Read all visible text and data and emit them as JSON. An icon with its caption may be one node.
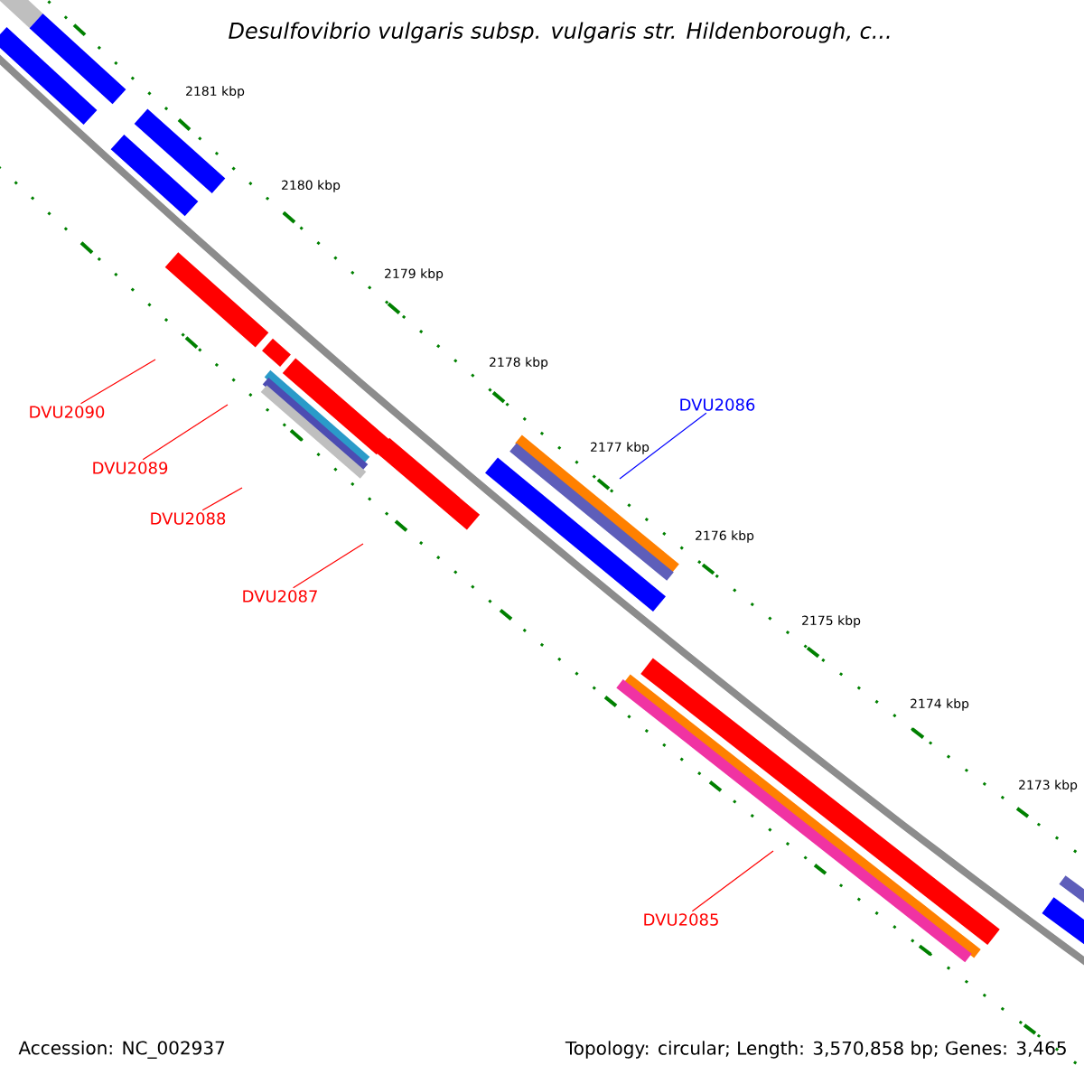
{
  "diagram": {
    "title": "Desulfovibrio vulgaris subsp. vulgaris str. Hildenborough, c...",
    "nodes": [
      {
        "text": [
          "DVU2090"
        ]
      },
      {
        "text": [
          "DVU2089"
        ]
      },
      {
        "text": [
          "DVU2088"
        ]
      },
      {
        "text": [
          "DVU2087"
        ]
      },
      {
        "text": [
          "DVU2086"
        ]
      },
      {
        "text": [
          "DVU2085"
        ]
      }
    ],
    "edges": [
      {
        "from": 0,
        "to": null,
        "arrow": "none"
      },
      {
        "from": 1,
        "to": null,
        "arrow": "none"
      },
      {
        "from": 2,
        "to": null,
        "arrow": "none"
      },
      {
        "from": 3,
        "to": null,
        "arrow": "none"
      },
      {
        "from": 4,
        "to": null,
        "arrow": "none",
        "color": "#0000ff"
      },
      {
        "from": 5,
        "to": null,
        "arrow": "none"
      }
    ],
    "labels": [
      "2181 kbp",
      "2180 kbp",
      "2179 kbp",
      "2178 kbp",
      "2177 kbp",
      "2176 kbp",
      "2175 kbp",
      "2174 kbp",
      "2173 kbp",
      "Accession: NC_002937",
      "Topology: circular; Length: 3,570,858 bp; Genes: 3,465"
    ]
  }
}
